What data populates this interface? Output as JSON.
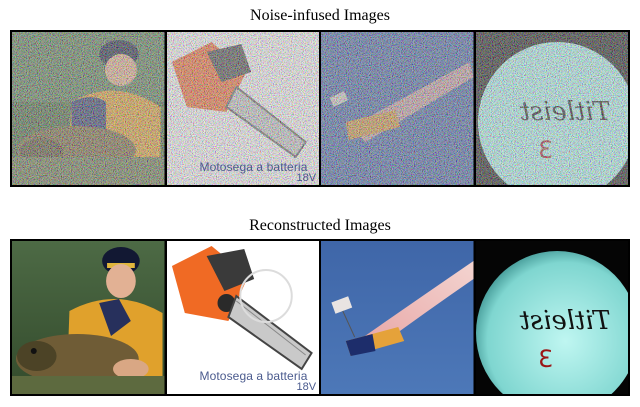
{
  "panels": {
    "top_title": "Noise-infused Images",
    "bottom_title": "Reconstructed Images"
  },
  "images": [
    {
      "subject": "man-holding-carp",
      "caption": "",
      "voltage": ""
    },
    {
      "subject": "chainsaw",
      "caption": "Motosega a batteria",
      "voltage": "18V"
    },
    {
      "subject": "skydiver-with-smoke-trail",
      "caption": "",
      "voltage": ""
    },
    {
      "subject": "golf-ball",
      "caption": "",
      "voltage": ""
    }
  ]
}
